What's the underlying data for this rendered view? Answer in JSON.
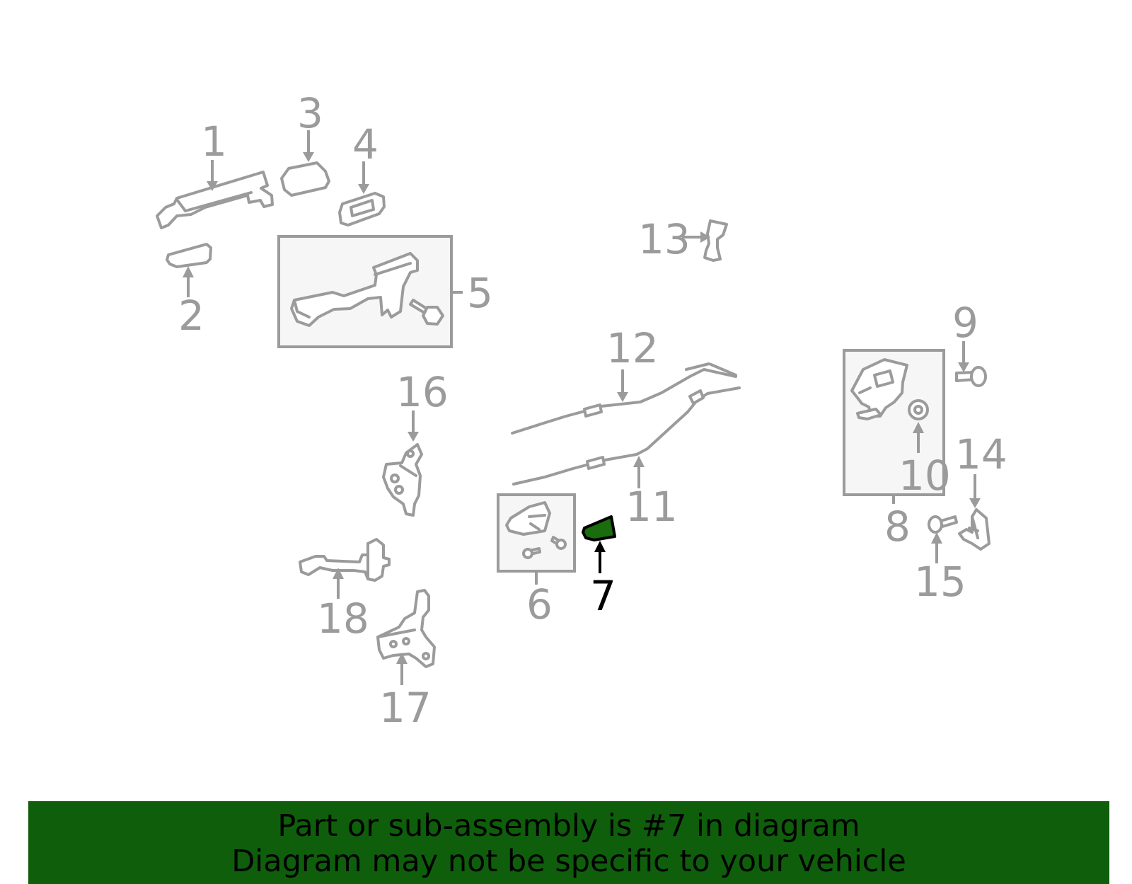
{
  "diagram": {
    "highlight_color": "#1b6b0f",
    "part_color": "#9b9b9b",
    "highlighted_part": "7",
    "callouts": [
      "1",
      "2",
      "3",
      "4",
      "5",
      "6",
      "7",
      "8",
      "9",
      "10",
      "11",
      "12",
      "13",
      "14",
      "15",
      "16",
      "17",
      "18"
    ]
  },
  "banner": {
    "background": "#0f5e0b",
    "line1": "Part or sub-assembly is #7 in diagram",
    "line2": "Diagram may not be specific to your vehicle"
  }
}
